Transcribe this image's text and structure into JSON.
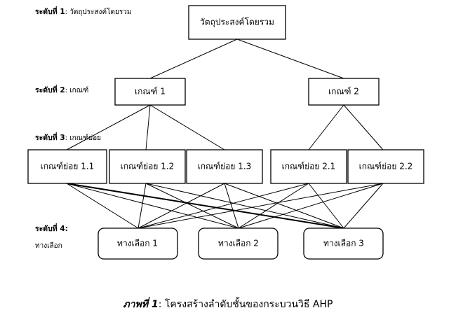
{
  "levels": {
    "l1": {
      "label": "ระดับที่ 1",
      "text": ": วัตถุประสงค์โดยรวม"
    },
    "l2": {
      "label": "ระดับที่ 2",
      "text": ": เกณฑ์"
    },
    "l3": {
      "label": "ระดับที่ 3",
      "text": ": เกณฑ์ย่อย"
    },
    "l4": {
      "label": "ระดับที่ 4",
      "text": ":",
      "sub": "ทางเลือก"
    }
  },
  "nodes": {
    "goal": "วัตถุประสงค์โดยรวม",
    "c1": "เกณฑ์ 1",
    "c2": "เกณฑ์ 2",
    "s11": "เกณฑ์ย่อย 1.1",
    "s12": "เกณฑ์ย่อย 1.2",
    "s13": "เกณฑ์ย่อย 1.3",
    "s21": "เกณฑ์ย่อย 2.1",
    "s22": "เกณฑ์ย่อย 2.2",
    "a1": "ทางเลือก 1",
    "a2": "ทางเลือก 2",
    "a3": "ทางเลือก 3"
  },
  "caption": {
    "label": "ภาพที่ 1",
    "text": ": โครงสร้างลำดับชั้นของกระบวนวิธี AHP"
  }
}
